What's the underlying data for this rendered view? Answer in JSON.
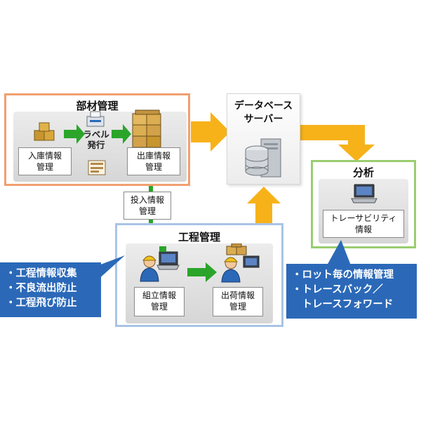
{
  "buzai": {
    "title": "部材管理",
    "nyuko": "入庫情報\n管理",
    "label": "ラベル\n発行",
    "shukko": "出庫情報\n管理"
  },
  "tonyu": "投入情報\n管理",
  "db": {
    "title": "データベース\nサーバー"
  },
  "bunseki": {
    "title": "分析",
    "trace": "トレーサビリティ\n情報"
  },
  "kotei": {
    "title": "工程管理",
    "kumitate": "組立情報\n管理",
    "shukka": "出荷情報\n管理"
  },
  "left_callout": {
    "items": [
      "・工程情報収集",
      "・不良流出防止",
      "・工程飛び防止"
    ]
  },
  "right_callout": {
    "items": [
      "・ロット毎の情報管理",
      "・トレースバック／",
      "　トレースフォワード"
    ]
  },
  "colors": {
    "orange_frame": "#f0a070",
    "blue_frame": "#a9c4e6",
    "green_frame": "#9acd70",
    "yellow_arrow": "#f7b21a",
    "green_arrow": "#2aa52a",
    "callout": "#2b69b8"
  }
}
